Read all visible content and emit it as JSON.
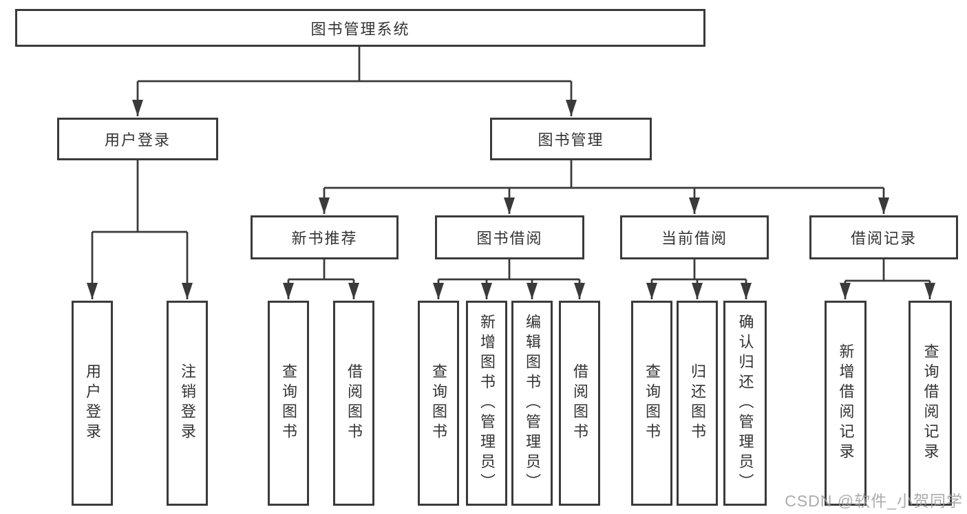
{
  "colors": {
    "line": "#3a3a3a",
    "text": "#333333",
    "watermark": "#9d9d9d",
    "background": "#ffffff"
  },
  "watermark": {
    "text": "CSDN @软件_小贺同学"
  },
  "nodes": {
    "root": {
      "label": "图书管理系统"
    },
    "user_login": {
      "label": "用户登录"
    },
    "book_management": {
      "label": "图书管理"
    },
    "new_book_recommend": {
      "label": "新书推荐"
    },
    "book_borrow": {
      "label": "图书借阅"
    },
    "current_borrow": {
      "label": "当前借阅"
    },
    "borrow_records": {
      "label": "借阅记录"
    },
    "leaves": {
      "login": [
        "用户登录",
        "注销登录"
      ],
      "recommend": [
        "查询图书",
        "借阅图书"
      ],
      "borrow": [
        "查询图书",
        "新增图书（管理员）",
        "编辑图书（管理员）",
        "借阅图书"
      ],
      "current": [
        "查询图书",
        "归还图书",
        "确认归还（管理员）"
      ],
      "records": [
        "新增借阅记录",
        "查询借阅记录"
      ]
    }
  }
}
